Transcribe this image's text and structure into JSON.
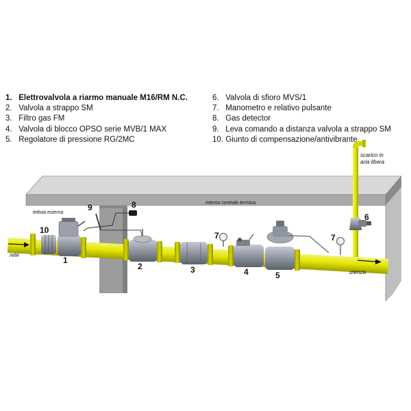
{
  "legend": {
    "left": [
      {
        "num": "1.",
        "text": "Elettrovalvola  a riarmo manuale M16/RM N.C."
      },
      {
        "num": "2.",
        "text": "Valvola a strappo SM"
      },
      {
        "num": "3.",
        "text": "Filtro gas FM"
      },
      {
        "num": "4.",
        "text": "Valvola di blocco OPSO serie MVB/1 MAX"
      },
      {
        "num": "5.",
        "text": "Regolatore di pressione RG/2MC"
      }
    ],
    "right": [
      {
        "num": "6.",
        "text": "Valvola di sfioro MVS/1"
      },
      {
        "num": "7.",
        "text": "Manometro e relativo pulsante"
      },
      {
        "num": "8.",
        "text": "Gas detector"
      },
      {
        "num": "9.",
        "text": "Leva comando a distanza valvola a strappo SM"
      },
      {
        "num": "10.",
        "text": "Giunto di compensazione/antivibrante"
      }
    ]
  },
  "diagram": {
    "labels": {
      "roof": "tettoia esterna",
      "central": "interno centrale termica",
      "vent_line1": "scarico in",
      "vent_line2": "aria libera",
      "inlet": "rete",
      "outlet": "utenza"
    },
    "numbers": {
      "n1": "1",
      "n2": "2",
      "n3": "3",
      "n4": "4",
      "n5": "5",
      "n6": "6",
      "n7a": "7",
      "n7b": "7",
      "n8": "8",
      "n9": "9",
      "n10": "10"
    }
  },
  "colors": {
    "pipe": "#e4e600",
    "pipe_shade": "#a7a800",
    "wall": "#9c9c9c",
    "valve": "#8f95a0",
    "text": "#111111"
  }
}
